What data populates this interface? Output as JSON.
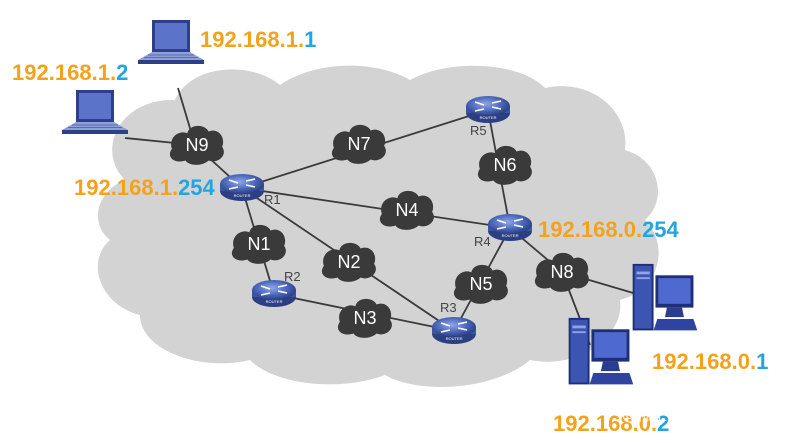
{
  "ip_labels": {
    "pc_1_1": [
      "192",
      ".",
      "168",
      ".",
      "1",
      ".",
      "1"
    ],
    "pc_1_2": [
      "192",
      ".",
      "168",
      ".",
      "1",
      ".",
      "2"
    ],
    "gw_1_254": [
      "192",
      ".",
      "168",
      ".",
      "1",
      ".",
      "254"
    ],
    "gw_0_254": [
      "192",
      ".",
      "168",
      ".",
      "0",
      ".",
      "254"
    ],
    "pc_0_1": [
      "192",
      ".",
      "168",
      ".",
      "0",
      ".",
      "1"
    ],
    "pc_0_2": [
      "192",
      ".",
      "168",
      ".",
      "0",
      ".",
      "2"
    ]
  },
  "networks": {
    "n1": "N1",
    "n2": "N2",
    "n3": "N3",
    "n4": "N4",
    "n5": "N5",
    "n6": "N6",
    "n7": "N7",
    "n8": "N8",
    "n9": "N9"
  },
  "routers": {
    "r1": "R1",
    "r2": "R2",
    "r3": "R3",
    "r4": "R4",
    "r5": "R5"
  },
  "watermark": "@稀土掘金技术社区",
  "colors": {
    "octet": "#f4a21b",
    "host": "#22a6df",
    "cloud": "#d3d3d3",
    "node": "#3a3a3a",
    "router": "#4a66b8"
  }
}
